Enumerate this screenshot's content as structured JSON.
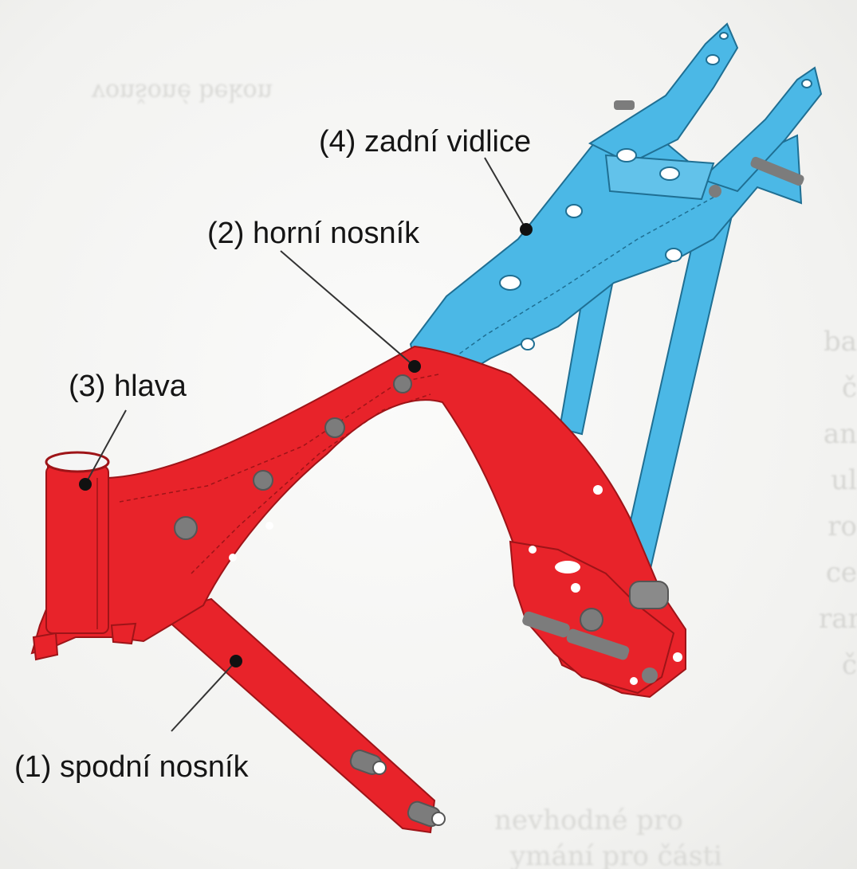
{
  "background_text": {
    "top_line": "vonšoné bekon",
    "right_column": [
      "ba",
      "č",
      "an",
      "ul",
      "ro",
      "ce",
      "ran",
      "č"
    ],
    "bottom_line_1": "nevhodné pro",
    "bottom_line_2": "ymání pro části"
  },
  "labels": {
    "rear_fork": "(4) zadní vidlice",
    "upper_beam": "(2) horní nosník",
    "head": "(3) hlava",
    "lower_beam": "(1) spodní nosník"
  },
  "colors": {
    "frame_red": "#e8232a",
    "frame_red_dark": "#9e1418",
    "fork_blue": "#4bb8e6",
    "fork_blue_dark": "#1f6f93",
    "bolt_gray": "#7c7c7c",
    "leader": "#333333"
  }
}
